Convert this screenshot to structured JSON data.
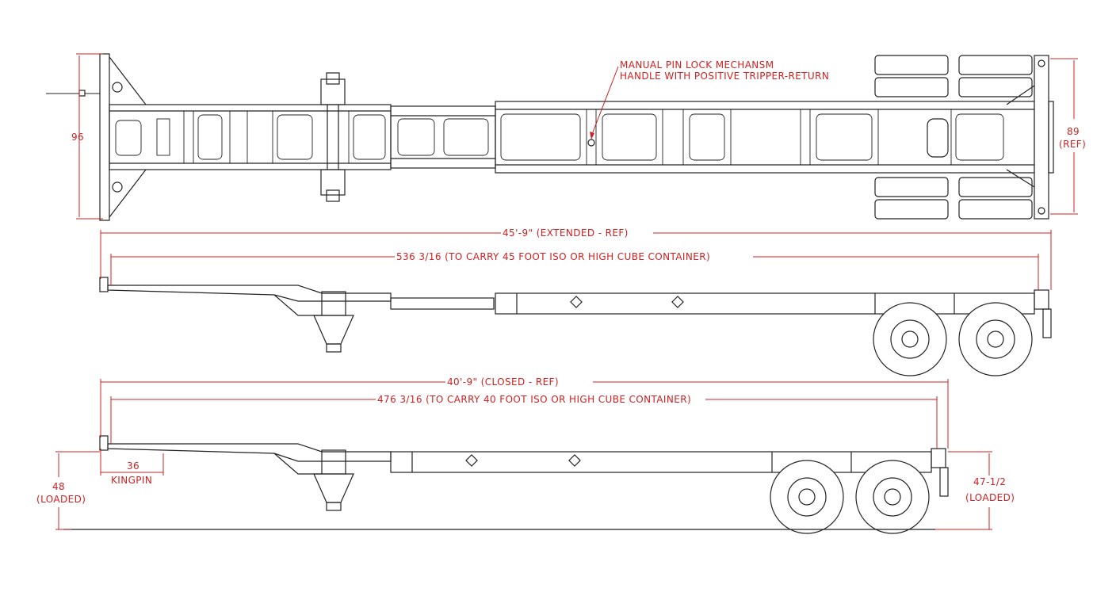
{
  "annotations": {
    "pin_lock_line1": "MANUAL PIN LOCK MECHANSM",
    "pin_lock_line2": "HANDLE WITH POSITIVE TRIPPER-RETURN"
  },
  "dimensions": {
    "width_front": "96",
    "width_rear": "89",
    "width_rear_ref": "(REF)",
    "extended_length": "45'-9\" (EXTENDED - REF)",
    "extended_carry": "536 3/16 (TO CARRY 45 FOOT ISO OR HIGH CUBE CONTAINER)",
    "closed_length": "40'-9\" (CLOSED - REF)",
    "closed_carry": "476 3/16  (TO CARRY 40 FOOT ISO OR HIGH CUBE CONTAINER)",
    "kingpin_value": "36",
    "kingpin_label": "KINGPIN",
    "front_height_value": "48",
    "front_height_label": "(LOADED)",
    "rear_height_value": "47-1/2",
    "rear_height_label": "(LOADED)"
  },
  "colors": {
    "dimension": "#d02020",
    "linework": "#222222",
    "background": "#ffffff"
  }
}
